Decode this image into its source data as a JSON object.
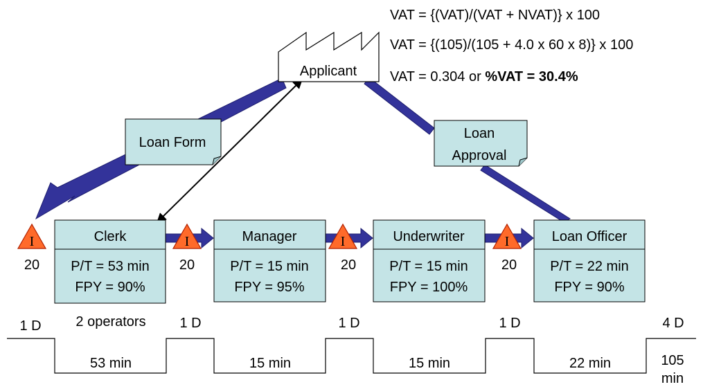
{
  "applicant": {
    "label": "Applicant"
  },
  "formulas": {
    "line1": "VAT = {(VAT)/(VAT + NVAT)} x 100",
    "line2": "VAT = {(105)/(105 + 4.0 x 60 x 8)} x 100",
    "line3_prefix": "VAT = 0.304 or ",
    "line3_bold": "%VAT = 30.4%"
  },
  "documents": {
    "loan_form": "Loan Form",
    "loan_approval_line1": "Loan",
    "loan_approval_line2": "Approval"
  },
  "processes": [
    {
      "name": "Clerk",
      "pt": "P/T = 53 min",
      "fpy": "FPY = 90%"
    },
    {
      "name": "Manager",
      "pt": "P/T = 15 min",
      "fpy": "FPY = 95%"
    },
    {
      "name": "Underwriter",
      "pt": "P/T = 15 min",
      "fpy": "FPY = 100%"
    },
    {
      "name": "Loan Officer",
      "pt": "P/T = 22 min",
      "fpy": "FPY = 90%"
    }
  ],
  "inventory": [
    {
      "symbol": "I",
      "count": "20"
    },
    {
      "symbol": "I",
      "count": "20"
    },
    {
      "symbol": "I",
      "count": "20"
    },
    {
      "symbol": "I",
      "count": "20"
    }
  ],
  "clerk_note": "2 operators",
  "timeline": {
    "waits": [
      "1 D",
      "1 D",
      "1 D",
      "1 D"
    ],
    "total_wait": "4 D",
    "process_times": [
      "53 min",
      "15 min",
      "15 min",
      "22 min"
    ],
    "total_process_line1": "105",
    "total_process_line2": "min"
  },
  "colors": {
    "box_fill": "#c4e4e6",
    "arrow_fill": "#33339a",
    "triangle_fill": "#ff6a2a",
    "triangle_stroke": "#b02000"
  }
}
